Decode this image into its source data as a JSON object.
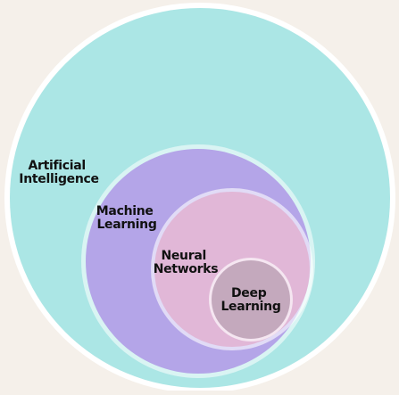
{
  "colors": {
    "background": "#f5f0ea",
    "outer_ring": "#ffffff",
    "artificial_intelligence": "#abe6e5",
    "machine_learning": "#b4a5e8",
    "neural_networks": "#e1b7d7",
    "deep_learning": "#c4a9bd",
    "text": "#111111"
  },
  "diagram": {
    "artificial_intelligence": {
      "line1": "Artificial",
      "line2": "Intelligence"
    },
    "machine_learning": {
      "line1": "Machine",
      "line2": "Learning"
    },
    "neural_networks": {
      "line1": "Neural",
      "line2": "Networks"
    },
    "deep_learning": {
      "line1": "Deep",
      "line2": "Learning"
    }
  }
}
